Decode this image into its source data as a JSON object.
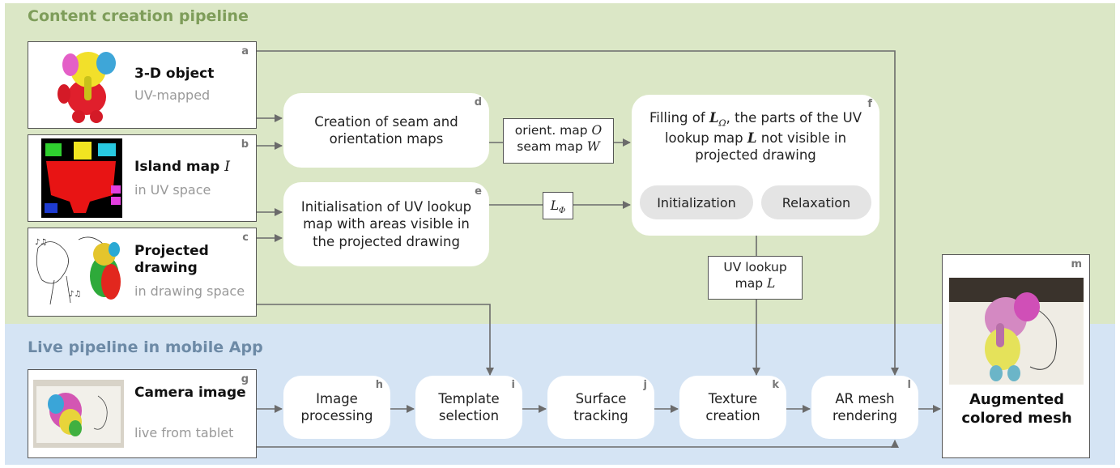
{
  "sections": {
    "content": "Content creation pipeline",
    "live": "Live pipeline in mobile App"
  },
  "nodes": {
    "a": {
      "letter": "a",
      "title": "3-D object",
      "sub": "UV-mapped"
    },
    "b": {
      "letter": "b",
      "title": "Island map",
      "var": "I",
      "sub": "in UV space"
    },
    "c": {
      "letter": "c",
      "title": "Projected drawing",
      "sub": "in drawing space"
    },
    "d": {
      "letter": "d",
      "text": "Creation of seam and orientation maps"
    },
    "e": {
      "letter": "e",
      "text": "Initialisation of UV lookup map with areas visible in the projected drawing"
    },
    "f": {
      "letter": "f",
      "text_pre": "Filling of",
      "var_main": "L",
      "var_sub": "Ω",
      "text_post": ", the parts of the UV lookup map",
      "var2": "L",
      "text_end": "not visible in projected drawing",
      "pill1": "Initialization",
      "pill2": "Relaxation"
    },
    "g": {
      "letter": "g",
      "title": "Camera image",
      "sub": "live from tablet"
    },
    "h": {
      "letter": "h",
      "text": "Image processing"
    },
    "i": {
      "letter": "i",
      "text": "Template selection"
    },
    "j": {
      "letter": "j",
      "text": "Surface tracking"
    },
    "k": {
      "letter": "k",
      "text": "Texture creation"
    },
    "l": {
      "letter": "l",
      "text": "AR mesh rendering"
    },
    "m": {
      "letter": "m",
      "title": "Augmented colored mesh"
    }
  },
  "edge_labels": {
    "orient": "orient. map",
    "orient_var": "O",
    "seam": "seam map",
    "seam_var": "W",
    "lphi_main": "L",
    "lphi_sub": "Φ",
    "uv": "UV lookup map",
    "uv_var": "L"
  },
  "colors": {
    "content_band": "#dbe7c6",
    "live_band": "#d5e4f4",
    "content_title": "#7e9d5a",
    "live_title": "#6d8aa6",
    "arrow": "#6b6b6b"
  }
}
